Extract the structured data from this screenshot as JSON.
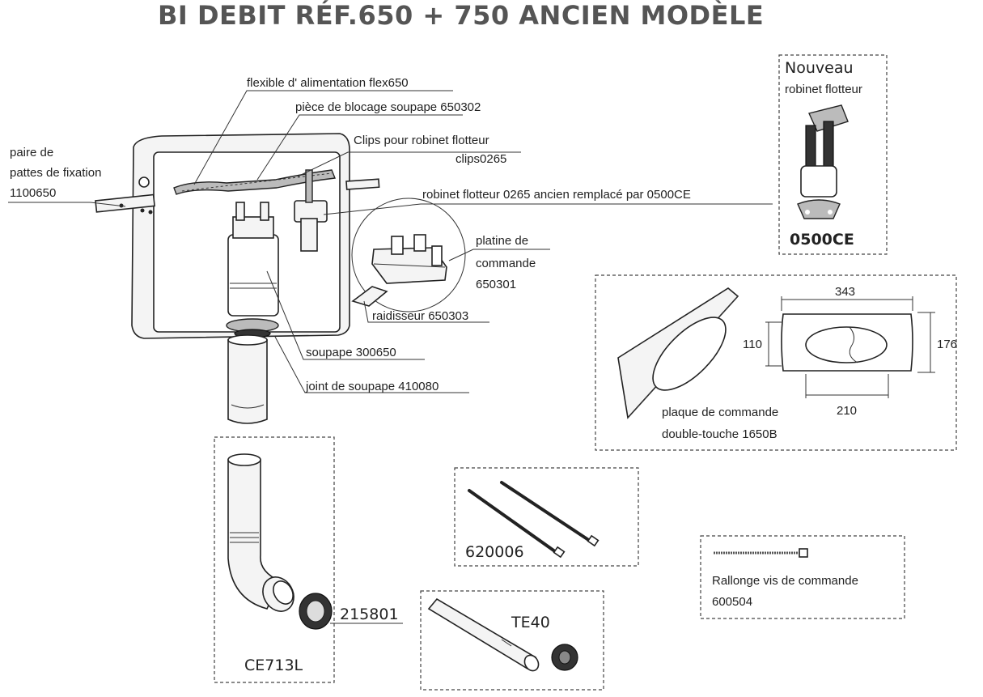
{
  "title": "BI DEBIT  RÉF.650 + 750  ANCIEN MODÈLE",
  "labels": {
    "flexible": "flexible d' alimentation  flex650",
    "blocage": "pièce de blocage soupape 650302",
    "clips_1": "Clips pour robinet flotteur",
    "clips_2": "clips0265",
    "robinet": "robinet flotteur  0265 ancien remplacé par 0500CE",
    "pattes_1": "paire de",
    "pattes_2": "pattes de fixation",
    "pattes_3": "1100650",
    "platine_1": "platine de",
    "platine_2": "commande",
    "platine_3": "650301",
    "raidisseur": "raidisseur 650303",
    "soupape": "soupape 300650",
    "joint": "joint de soupape 410080",
    "nouveau_1": "Nouveau",
    "nouveau_2": "robinet flotteur",
    "nouveau_ref": "0500CE",
    "plaque_1": "plaque de commande",
    "plaque_2": "double-touche 1650B",
    "ref_620006": "620006",
    "rallonge_1": "Rallonge vis de commande",
    "rallonge_2": "600504",
    "ref_215801": "215801",
    "ref_ce713l": "CE713L",
    "ref_te40": "TE40"
  },
  "dimensions": {
    "width": "343",
    "height_outer": "176",
    "height_inner": "110",
    "width_inner": "210"
  },
  "colors": {
    "title": "#555555",
    "line": "#333333"
  }
}
